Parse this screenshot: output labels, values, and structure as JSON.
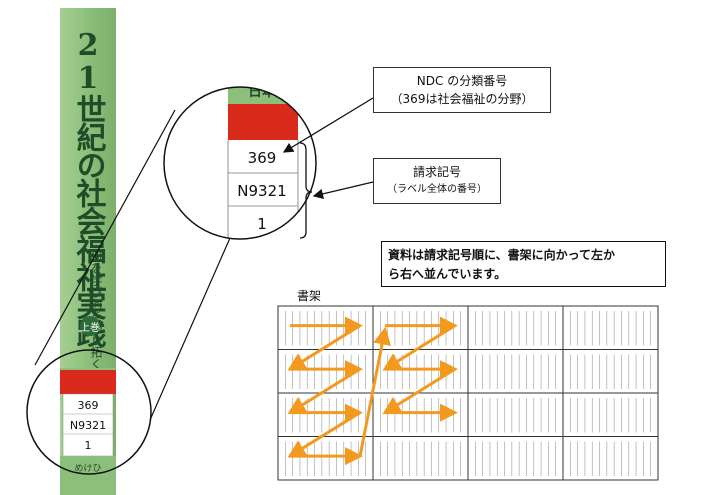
{
  "book": {
    "title": "21世紀の社会福祉実践",
    "subtitle": "何を学び何を切り拓くか",
    "volume": "上巻",
    "top_band": "日本",
    "bottom_band": "めけひ"
  },
  "label": {
    "ndc": "369",
    "author_code": "N9321",
    "volume_no": "1"
  },
  "callouts": {
    "ndc_title": "NDC の分類番号",
    "ndc_sub": "（369は社会福祉の分野）",
    "call_title": "請求記号",
    "call_sub": "（ラベル全体の番号）"
  },
  "note": {
    "line1": "資料は請求記号順に、書架に向かって左か",
    "line2": "ら右へ並んでいます。"
  },
  "shelf": {
    "label": "書架",
    "rows": 4,
    "units": 4
  },
  "colors": {
    "spine_green": "#8cc07a",
    "band_red": "#d92a1c",
    "arrow_orange": "#f39a1e"
  }
}
